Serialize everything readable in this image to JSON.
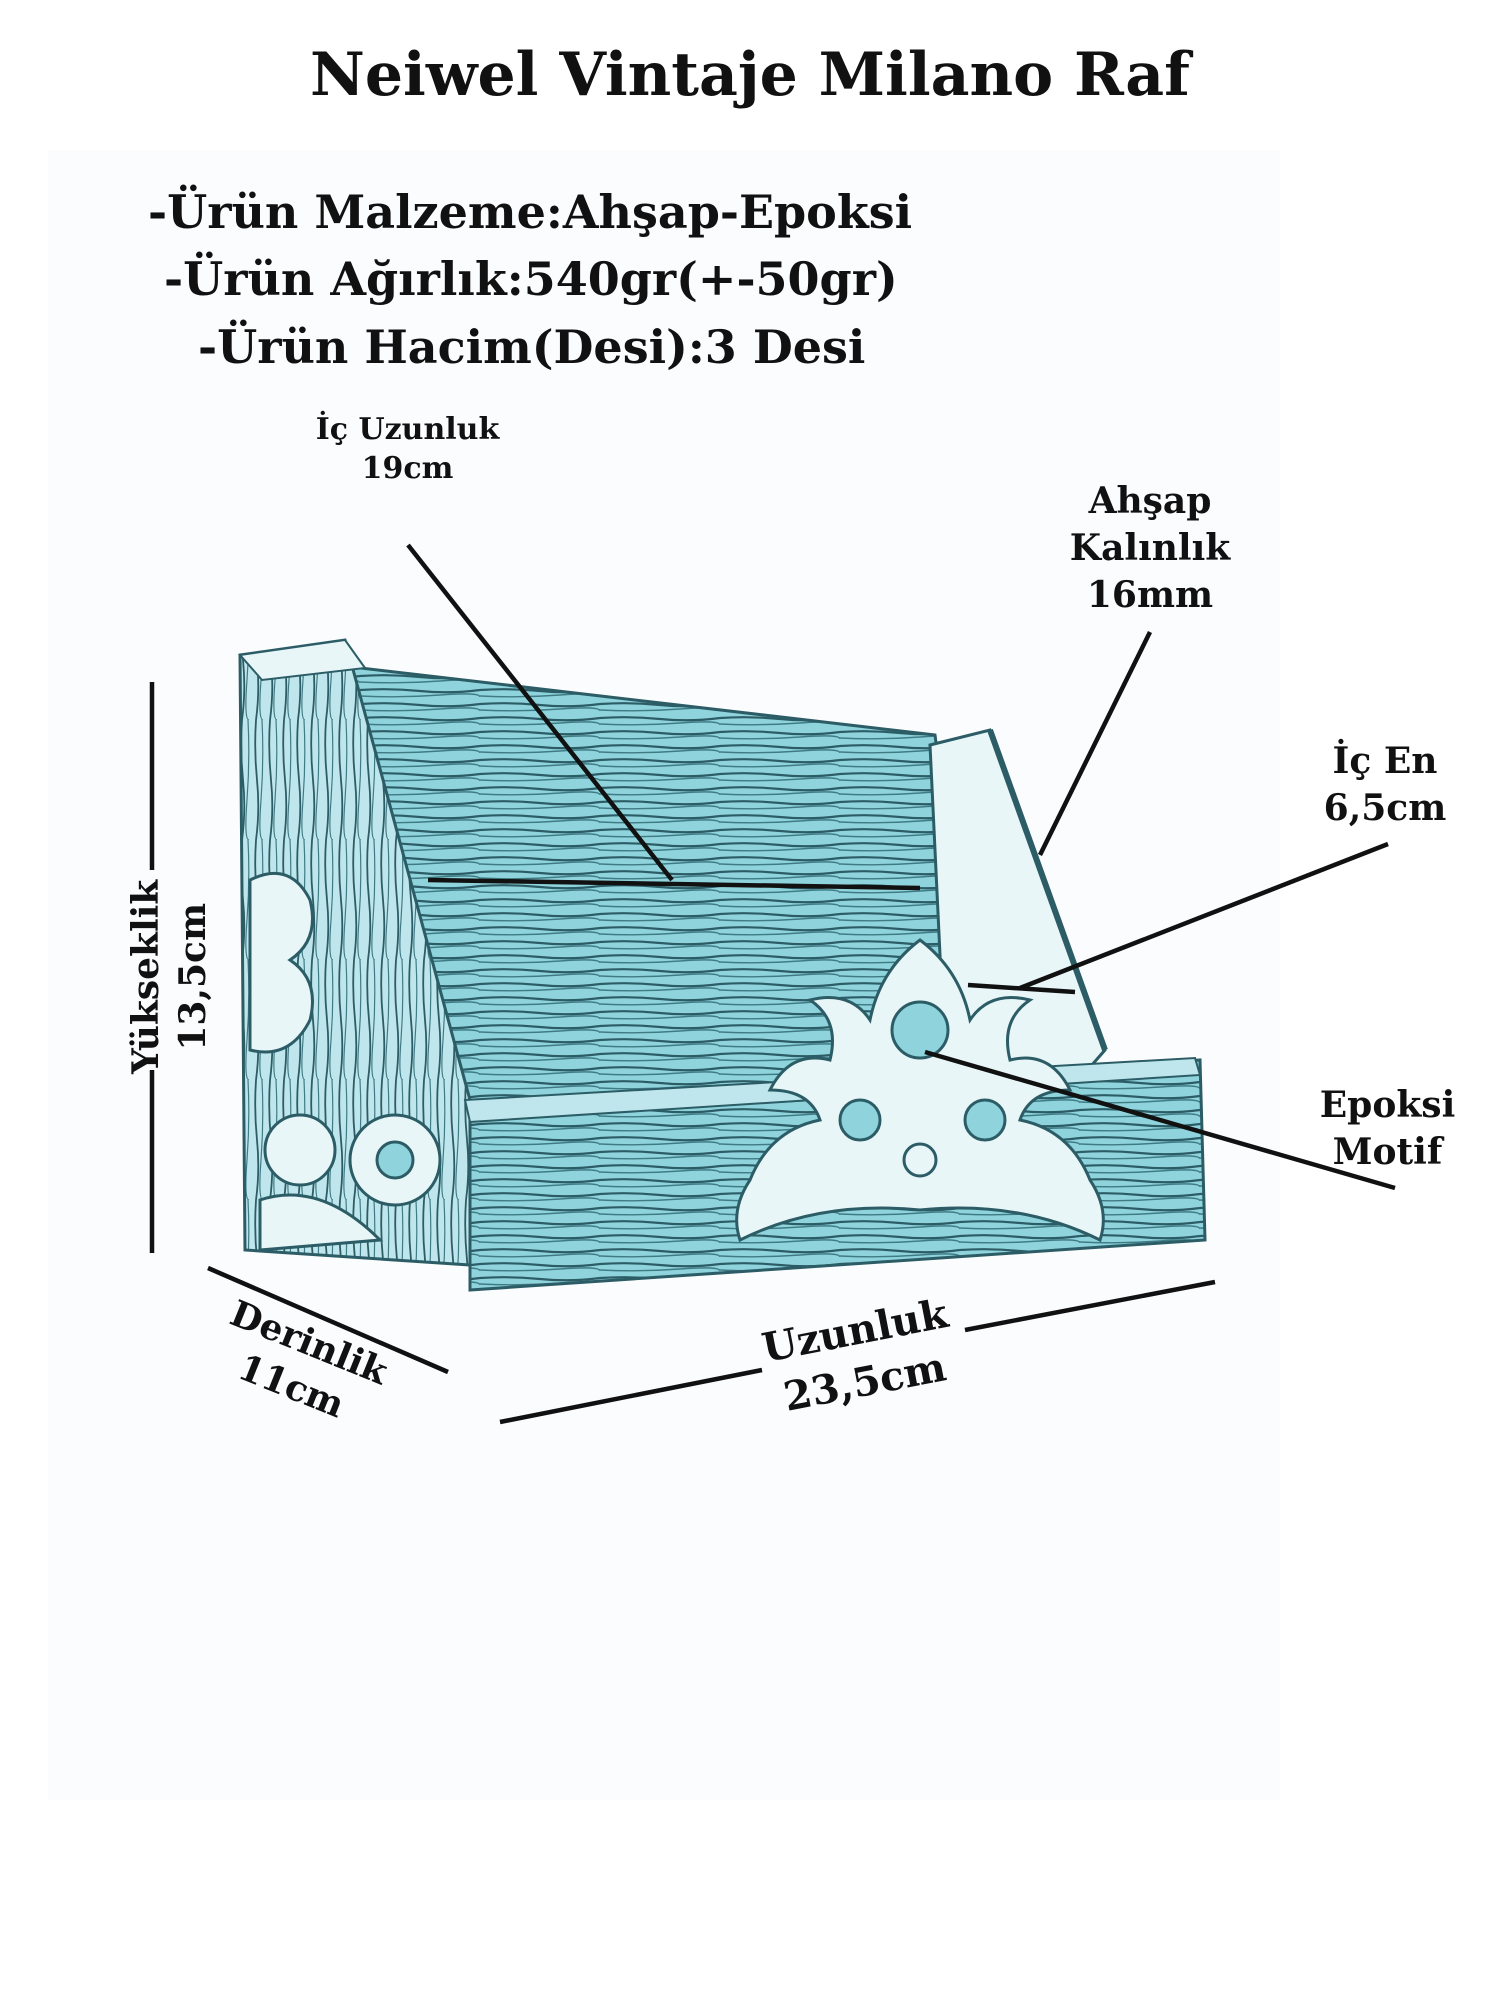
{
  "title": "Neiwel Vintaje Milano Raf",
  "specs": [
    "-Ürün Malzeme:Ahşap-Epoksi",
    "-Ürün Ağırlık:540gr(+-50gr)",
    "-Ürün Hacim(Desi):3 Desi"
  ],
  "labels": {
    "inner_length": {
      "name": "İç Uzunluk",
      "value": "19cm"
    },
    "wood_thickness": {
      "line1": "Ahşap",
      "line2": "Kalınlık",
      "value": "16mm"
    },
    "inner_width": {
      "name": "İç En",
      "value": "6,5cm"
    },
    "epoxy_motif": {
      "line1": "Epoksi",
      "line2": "Motif"
    },
    "height": {
      "name": "Yükseklik",
      "value": "13,5cm"
    },
    "depth": {
      "name": "Derinlik",
      "value": "11cm"
    },
    "length": {
      "name": "Uzunluk",
      "value": "23,5cm"
    }
  },
  "colors": {
    "wood": "#8fd4dc",
    "wood_dark": "#2c5d66",
    "wood_light": "#e8f6f8",
    "line": "#111111"
  }
}
